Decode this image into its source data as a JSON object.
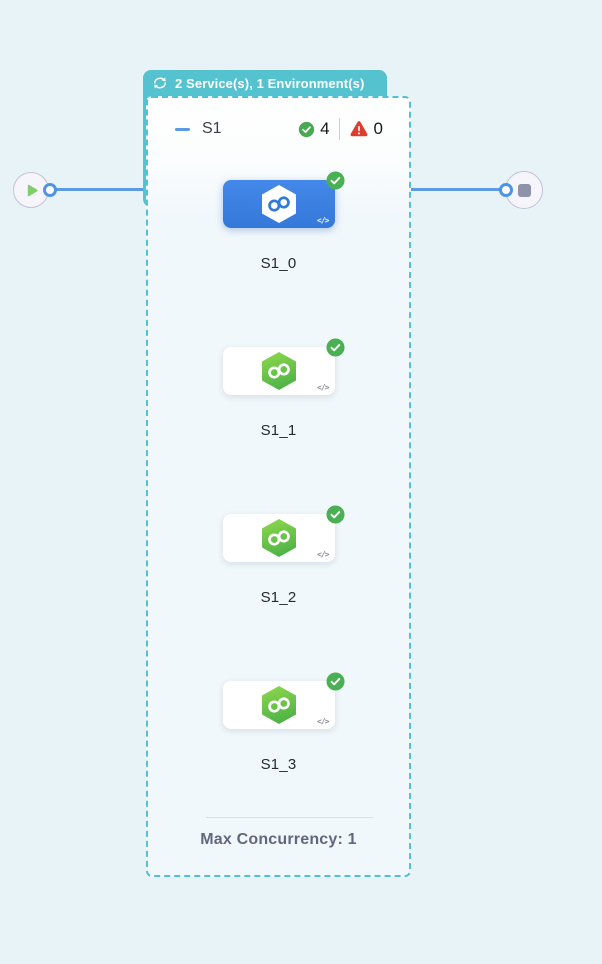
{
  "badge": {
    "icon": "loop-icon",
    "label": "2 Service(s), 1 Environment(s)"
  },
  "stage": {
    "name": "S1",
    "collapse_icon": "minus-icon",
    "success_count": "4",
    "error_count": "0",
    "max_concurrency_label": "Max Concurrency: 1",
    "nodes": [
      {
        "label": "S1_0",
        "selected": true,
        "status": "success",
        "icon": "service-hexagon-icon",
        "code_glyph": "</>"
      },
      {
        "label": "S1_1",
        "selected": false,
        "status": "success",
        "icon": "service-hexagon-icon",
        "code_glyph": "</>"
      },
      {
        "label": "S1_2",
        "selected": false,
        "status": "success",
        "icon": "service-hexagon-icon",
        "code_glyph": "</>"
      },
      {
        "label": "S1_3",
        "selected": false,
        "status": "success",
        "icon": "service-hexagon-icon",
        "code_glyph": "</>"
      }
    ]
  },
  "terminals": {
    "start_icon": "play-icon",
    "end_icon": "stop-icon"
  },
  "colors": {
    "canvas_bg": "#E8F3F8",
    "badge_teal": "#55C2CF",
    "dashed_border": "#4FC2D4",
    "edge_blue": "#5B9BE3",
    "selected_node_blue": "#3C82E0",
    "success_green": "#4BAF53",
    "error_red": "#DC3E2E",
    "hexagon_green_top": "#8FD94D",
    "hexagon_green_bottom": "#51B447"
  }
}
